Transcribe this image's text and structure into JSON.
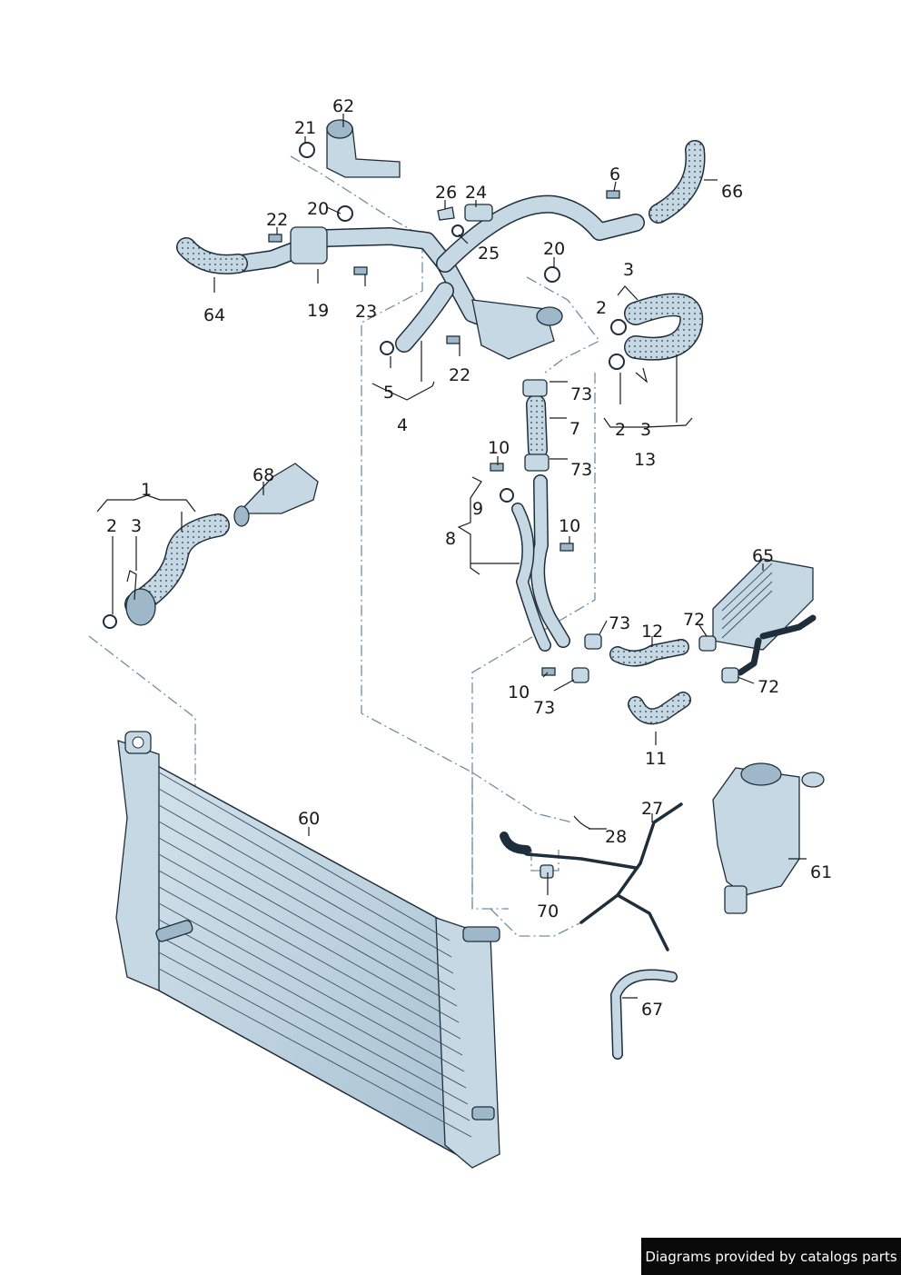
{
  "callouts": [
    {
      "id": "c62",
      "text": "62"
    },
    {
      "id": "c21",
      "text": "21"
    },
    {
      "id": "c20a",
      "text": "20"
    },
    {
      "id": "c22a",
      "text": "22"
    },
    {
      "id": "c26",
      "text": "26"
    },
    {
      "id": "c24",
      "text": "24"
    },
    {
      "id": "c25",
      "text": "25"
    },
    {
      "id": "c6",
      "text": "6"
    },
    {
      "id": "c66",
      "text": "66"
    },
    {
      "id": "c20b",
      "text": "20"
    },
    {
      "id": "c64",
      "text": "64"
    },
    {
      "id": "c19",
      "text": "19"
    },
    {
      "id": "c23",
      "text": "23"
    },
    {
      "id": "c3a",
      "text": "3"
    },
    {
      "id": "c2a",
      "text": "2"
    },
    {
      "id": "c22b",
      "text": "22"
    },
    {
      "id": "c5",
      "text": "5"
    },
    {
      "id": "c4",
      "text": "4"
    },
    {
      "id": "c73a",
      "text": "73"
    },
    {
      "id": "c7",
      "text": "7"
    },
    {
      "id": "c2b",
      "text": "2"
    },
    {
      "id": "c3b",
      "text": "3"
    },
    {
      "id": "c13",
      "text": "13"
    },
    {
      "id": "c10a",
      "text": "10"
    },
    {
      "id": "c73b",
      "text": "73"
    },
    {
      "id": "c68",
      "text": "68"
    },
    {
      "id": "c1",
      "text": "1"
    },
    {
      "id": "c2c",
      "text": "2"
    },
    {
      "id": "c3c",
      "text": "3"
    },
    {
      "id": "c9",
      "text": "9"
    },
    {
      "id": "c10b",
      "text": "10"
    },
    {
      "id": "c8",
      "text": "8"
    },
    {
      "id": "c65",
      "text": "65"
    },
    {
      "id": "c73c",
      "text": "73"
    },
    {
      "id": "c72a",
      "text": "72"
    },
    {
      "id": "c12",
      "text": "12"
    },
    {
      "id": "c10c",
      "text": "10"
    },
    {
      "id": "c72b",
      "text": "72"
    },
    {
      "id": "c73d",
      "text": "73"
    },
    {
      "id": "c11",
      "text": "11"
    },
    {
      "id": "c60",
      "text": "60"
    },
    {
      "id": "c27",
      "text": "27"
    },
    {
      "id": "c28",
      "text": "28"
    },
    {
      "id": "c61",
      "text": "61"
    },
    {
      "id": "c70",
      "text": "70"
    },
    {
      "id": "c67",
      "text": "67"
    }
  ],
  "footer": {
    "text": "Diagrams provided by catalogs parts"
  },
  "colors": {
    "part_fill": "#c6d8e4",
    "outline": "#1e2e3b",
    "dash_line": "#6f8fa6",
    "footer_bg": "#0a0a0a"
  }
}
